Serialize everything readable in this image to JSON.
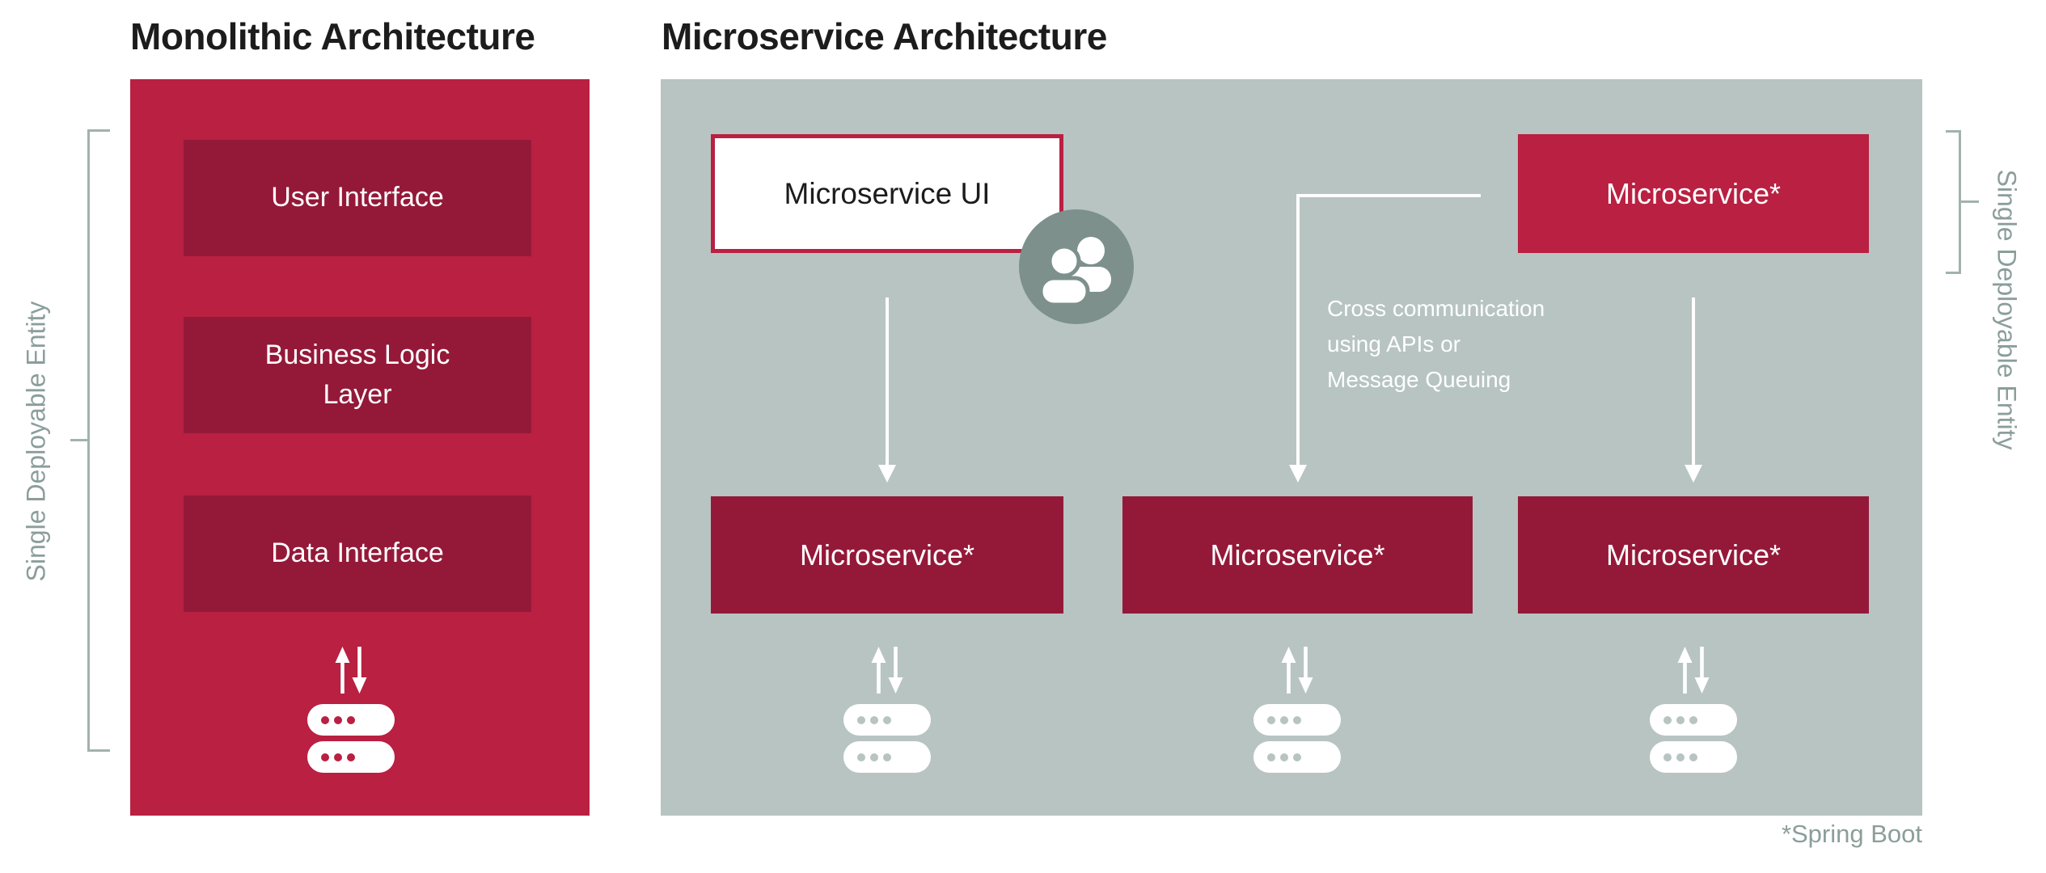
{
  "titles": {
    "left": "Monolithic Architecture",
    "right": "Microservice Architecture"
  },
  "colors": {
    "bright_crimson": "#b92041",
    "dark_crimson": "#941939",
    "panel_gray": "#b7c4c2",
    "people_badge_gray": "#7d908c",
    "muted_green_gray_text": "#8b9e9a",
    "bracket_line": "#a2b2ae",
    "title_text": "#1c1c1c",
    "white": "#ffffff"
  },
  "monolith": {
    "layers": [
      {
        "label": "User Interface"
      },
      {
        "label": "Business Logic Layer"
      },
      {
        "label": "Data Interface"
      }
    ],
    "bracket_label": "Single Deployable Entity"
  },
  "micro": {
    "ui_label": "Microservice UI",
    "top_service_label": "Microservice*",
    "bottom_service_labels": [
      "Microservice*",
      "Microservice*",
      "Microservice*"
    ],
    "cross_note_lines": [
      "Cross communication",
      "using APIs or",
      "Message Queuing"
    ],
    "bracket_label": "Single Deployable Entity",
    "footnote": "*Spring Boot"
  },
  "icons": {
    "people": "people-icon",
    "server_stack": "server-stack-icon",
    "sync_arrows": "up-down-arrows-icon"
  }
}
